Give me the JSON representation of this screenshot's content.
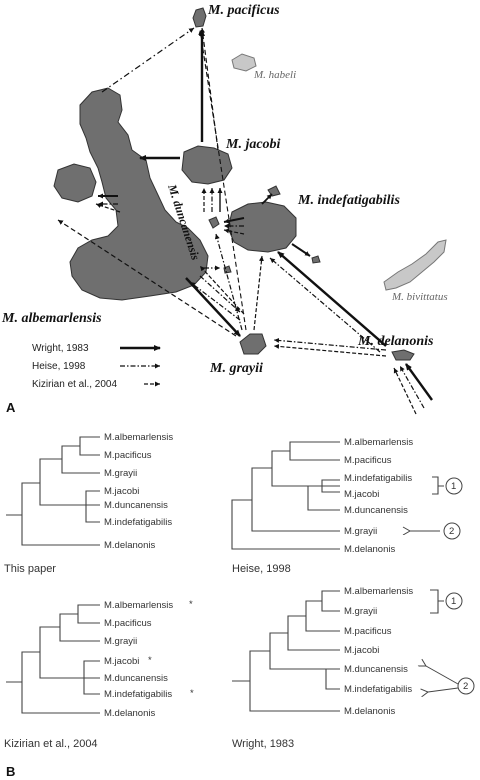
{
  "panel_a": {
    "label": "A",
    "species": {
      "pacificus": "M. pacificus",
      "habeli": "M. habeli",
      "jacobi": "M. jacobi",
      "duncanensis": "M. duncanensis",
      "indefatigabilis": "M. indefatigabilis",
      "bivittatus": "M. bivittatus",
      "albemarlensis": "M. albemarlensis",
      "delanonis": "M. delanonis",
      "grayii": "M. grayii"
    },
    "legend": [
      {
        "label": "Wright, 1983",
        "style": "solid"
      },
      {
        "label": "Heise, 1998",
        "style": "dash-dot"
      },
      {
        "label": "Kizirian et al., 2004",
        "style": "dashed"
      }
    ]
  },
  "panel_b": {
    "label": "B",
    "trees": [
      {
        "caption": "This paper",
        "leaves": [
          "M.albemarlensis",
          "M.pacificus",
          "M.grayii",
          "M.jacobi",
          "M.duncanensis",
          "M.indefatigabilis",
          "M.delanonis"
        ]
      },
      {
        "caption": "Heise, 1998",
        "leaves": [
          "M.albemarlensis",
          "M.pacificus",
          "M.indefatigabilis",
          "M.jacobi",
          "M.duncanensis",
          "M.grayii",
          "M.delanonis"
        ],
        "markers": [
          "1",
          "2"
        ]
      },
      {
        "caption": "Kizirian et al., 2004",
        "leaves": [
          "M.albemarlensis",
          "M.pacificus",
          "M.grayii",
          "M.jacobi",
          "M.duncanensis",
          "M.indefatigabilis",
          "M.delanonis"
        ],
        "star": "*"
      },
      {
        "caption": "Wright, 1983",
        "leaves": [
          "M.albemarlensis",
          "M.grayii",
          "M.pacificus",
          "M.jacobi",
          "M.duncanensis",
          "M.indefatigabilis",
          "M.delanonis"
        ],
        "markers": [
          "1",
          "2"
        ]
      }
    ]
  }
}
